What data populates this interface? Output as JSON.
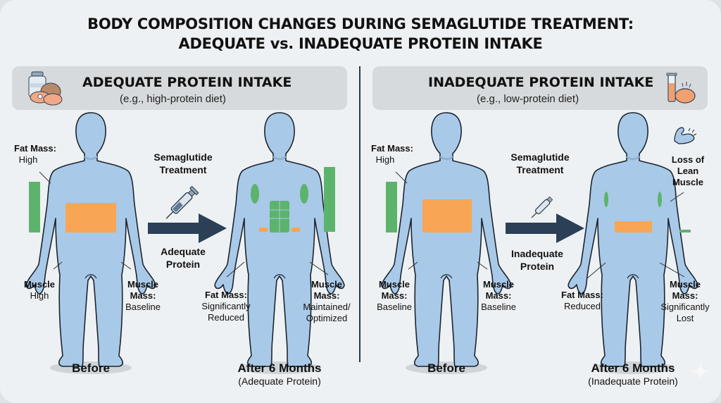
{
  "title": {
    "line1": "BODY COMPOSITION CHANGES DURING SEMAGLUTIDE TREATMENT:",
    "line2": "ADEQUATE vs. INADEQUATE PROTEIN INTAKE"
  },
  "colors": {
    "body_fill": "#a9c9e8",
    "fat_orange": "#f8a555",
    "muscle_green": "#5cb46c",
    "arrow_navy": "#2b4057",
    "panel_bg": "#d6dadd",
    "background": "#eef1f3"
  },
  "left_panel": {
    "header": {
      "title": "ADEQUATE PROTEIN INTAKE",
      "subtitle": "(e.g., high-protein diet)",
      "icon": "protein-food-icon"
    },
    "before": {
      "fat_label": "Fat Mass:",
      "fat_value": "High",
      "muscle_left_label": "Muscle",
      "muscle_left_value": "High",
      "muscle_right_label1": "Muscle",
      "muscle_right_label2": "Mass:",
      "muscle_right_value": "Baseline",
      "caption": "Before"
    },
    "treatment": {
      "line1": "Semaglutide",
      "line2": "Treatment",
      "protein_line1": "Adequate",
      "protein_line2": "Protein",
      "icon": "syringe-icon"
    },
    "after": {
      "fat_label": "Fat Mass:",
      "fat_value1": "Significantly",
      "fat_value2": "Reduced",
      "muscle_label1": "Muscle",
      "muscle_label2": "Mass:",
      "muscle_value1": "Maintained/",
      "muscle_value2": "Optimized",
      "caption": "After 6 Months",
      "caption_sub": "(Adequate Protein)"
    }
  },
  "right_panel": {
    "header": {
      "title": "INADEQUATE PROTEIN INTAKE",
      "subtitle": "(e.g., low-protein diet)",
      "icon": "test-tube-meat-icon"
    },
    "before": {
      "fat_label": "Fat Mass:",
      "fat_value": "High",
      "muscle_left_label1": "Muscle",
      "muscle_left_label2": "Mass:",
      "muscle_left_value": "Baseline",
      "muscle_right_label1": "Muscle",
      "muscle_right_label2": "Mass:",
      "muscle_right_value": "Baseline",
      "caption": "Before"
    },
    "treatment": {
      "line1": "Semaglutide",
      "line2": "Treatment",
      "protein_line1": "Inadequate",
      "protein_line2": "Protein",
      "icon": "syringe-icon"
    },
    "after": {
      "loss_line1": "Loss of",
      "loss_line2": "Lean",
      "loss_line3": "Muscle",
      "fat_label": "Fat Mass:",
      "fat_value": "Reduced",
      "muscle_label1": "Muscle",
      "muscle_label2": "Mass:",
      "muscle_value1": "Significantly",
      "muscle_value2": "Lost",
      "caption": "After 6 Months",
      "caption_sub": "(Inadequate Protein)"
    }
  }
}
